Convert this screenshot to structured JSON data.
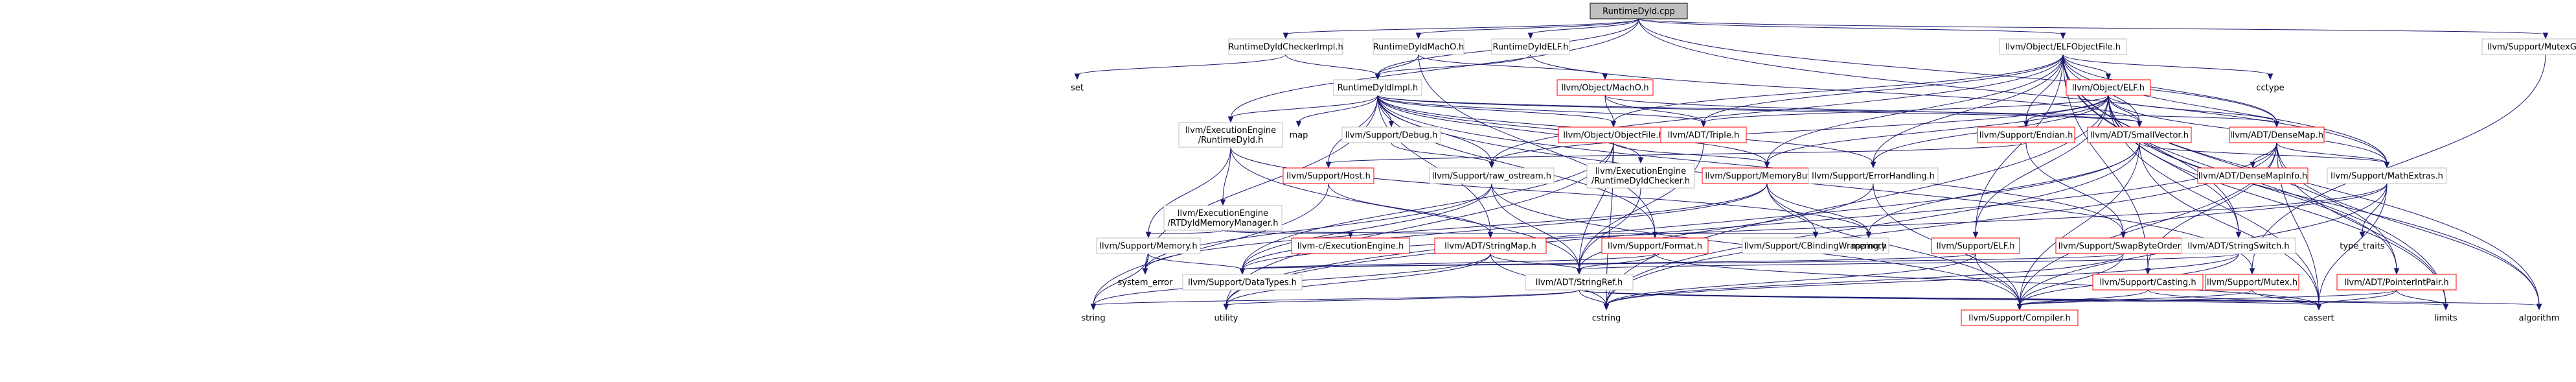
{
  "nodes": {
    "root": {
      "lines": [
        "RuntimeDyld.cpp"
      ],
      "style": "root"
    },
    "checkerimpl": {
      "lines": [
        "RuntimeDyldCheckerImpl.h"
      ]
    },
    "macho_h": {
      "lines": [
        "RuntimeDyldMachO.h"
      ]
    },
    "elf_h": {
      "lines": [
        "RuntimeDyldELF.h"
      ]
    },
    "elfobj": {
      "lines": [
        "llvm/Object/ELFObjectFile.h"
      ]
    },
    "mutexguard": {
      "lines": [
        "llvm/Support/MutexGuard.h"
      ]
    },
    "set": {
      "lines": [
        "set"
      ],
      "style": "plain"
    },
    "impl": {
      "lines": [
        "RuntimeDyldImpl.h"
      ]
    },
    "objmacho": {
      "lines": [
        "llvm/Object/MachO.h"
      ],
      "style": "red"
    },
    "objelf": {
      "lines": [
        "llvm/Object/ELF.h"
      ],
      "style": "red"
    },
    "cctype": {
      "lines": [
        "cctype"
      ],
      "style": "plain"
    },
    "ee_rtdyld": {
      "lines": [
        "llvm/ExecutionEngine",
        "/RuntimeDyld.h"
      ]
    },
    "map": {
      "lines": [
        "map"
      ],
      "style": "plain"
    },
    "debug": {
      "lines": [
        "llvm/Support/Debug.h"
      ]
    },
    "objectfile": {
      "lines": [
        "llvm/Object/ObjectFile.h"
      ],
      "style": "red"
    },
    "triple": {
      "lines": [
        "llvm/ADT/Triple.h"
      ],
      "style": "red"
    },
    "endian": {
      "lines": [
        "llvm/Support/Endian.h"
      ],
      "style": "red"
    },
    "smallvector": {
      "lines": [
        "llvm/ADT/SmallVector.h"
      ],
      "style": "red"
    },
    "densemap": {
      "lines": [
        "llvm/ADT/DenseMap.h"
      ],
      "style": "red"
    },
    "host": {
      "lines": [
        "llvm/Support/Host.h"
      ],
      "style": "red"
    },
    "rawostream": {
      "lines": [
        "llvm/Support/raw_ostream.h"
      ]
    },
    "ee_checker": {
      "lines": [
        "llvm/ExecutionEngine",
        "/RuntimeDyldChecker.h"
      ]
    },
    "memorybuffer": {
      "lines": [
        "llvm/Support/MemoryBuffer.h"
      ],
      "style": "red"
    },
    "errorhandling": {
      "lines": [
        "llvm/Support/ErrorHandling.h"
      ]
    },
    "densemapinfo": {
      "lines": [
        "llvm/ADT/DenseMapInfo.h"
      ],
      "style": "red"
    },
    "mathextras": {
      "lines": [
        "llvm/Support/MathExtras.h"
      ]
    },
    "ee_memmgr": {
      "lines": [
        "llvm/ExecutionEngine",
        "/RTDyldMemoryManager.h"
      ]
    },
    "memory_h": {
      "lines": [
        "llvm/Support/Memory.h"
      ]
    },
    "c_ee": {
      "lines": [
        "llvm-c/ExecutionEngine.h"
      ],
      "style": "red"
    },
    "stringmap": {
      "lines": [
        "llvm/ADT/StringMap.h"
      ],
      "style": "red"
    },
    "format": {
      "lines": [
        "llvm/Support/Format.h"
      ],
      "style": "red"
    },
    "cbinding": {
      "lines": [
        "llvm/Support/CBindingWrapping.h"
      ]
    },
    "memory": {
      "lines": [
        "memory"
      ],
      "style": "plain"
    },
    "supelf": {
      "lines": [
        "llvm/Support/ELF.h"
      ],
      "style": "red"
    },
    "swapbyte": {
      "lines": [
        "llvm/Support/SwapByteOrder.h"
      ],
      "style": "red"
    },
    "stringswitch": {
      "lines": [
        "llvm/ADT/StringSwitch.h"
      ]
    },
    "type_traits": {
      "lines": [
        "type_traits"
      ],
      "style": "plain"
    },
    "system_error": {
      "lines": [
        "system_error"
      ],
      "style": "plain"
    },
    "datatypes": {
      "lines": [
        "llvm/Support/DataTypes.h"
      ]
    },
    "stringref": {
      "lines": [
        "llvm/ADT/StringRef.h"
      ]
    },
    "casting": {
      "lines": [
        "llvm/Support/Casting.h"
      ],
      "style": "red"
    },
    "mutex": {
      "lines": [
        "llvm/Support/Mutex.h"
      ],
      "style": "red"
    },
    "pointerintpair": {
      "lines": [
        "llvm/ADT/PointerIntPair.h"
      ],
      "style": "red"
    },
    "string": {
      "lines": [
        "string"
      ],
      "style": "plain"
    },
    "utility": {
      "lines": [
        "utility"
      ],
      "style": "plain"
    },
    "cstring": {
      "lines": [
        "cstring"
      ],
      "style": "plain"
    },
    "compiler": {
      "lines": [
        "llvm/Support/Compiler.h"
      ],
      "style": "red"
    },
    "cassert": {
      "lines": [
        "cassert"
      ],
      "style": "plain"
    },
    "limits": {
      "lines": [
        "limits"
      ],
      "style": "plain"
    },
    "algorithm": {
      "lines": [
        "algorithm"
      ],
      "style": "plain"
    }
  },
  "edges": [
    [
      "root",
      "checkerimpl"
    ],
    [
      "root",
      "macho_h"
    ],
    [
      "root",
      "elf_h"
    ],
    [
      "root",
      "elfobj"
    ],
    [
      "root",
      "mutexguard"
    ],
    [
      "root",
      "impl"
    ],
    [
      "root",
      "ee_rtdyld"
    ],
    [
      "root",
      "densemap"
    ],
    [
      "root",
      "mathextras"
    ],
    [
      "checkerimpl",
      "set"
    ],
    [
      "checkerimpl",
      "impl"
    ],
    [
      "macho_h",
      "impl"
    ],
    [
      "macho_h",
      "objmacho"
    ],
    [
      "macho_h",
      "format"
    ],
    [
      "elf_h",
      "impl"
    ],
    [
      "elf_h",
      "smallvector"
    ],
    [
      "elfobj",
      "objelf"
    ],
    [
      "elfobj",
      "cctype"
    ],
    [
      "elfobj",
      "smallvector"
    ],
    [
      "elfobj",
      "densemap"
    ],
    [
      "elfobj",
      "triple"
    ],
    [
      "elfobj",
      "objectfile"
    ],
    [
      "elfobj",
      "endian"
    ],
    [
      "elfobj",
      "errorhandling"
    ],
    [
      "elfobj",
      "memorybuffer"
    ],
    [
      "elfobj",
      "rawostream"
    ],
    [
      "elfobj",
      "supelf"
    ],
    [
      "elfobj",
      "stringswitch"
    ],
    [
      "elfobj",
      "mathextras"
    ],
    [
      "elfobj",
      "algorithm"
    ],
    [
      "elfobj",
      "limits"
    ],
    [
      "elfobj",
      "pointerintpair"
    ],
    [
      "elfobj",
      "casting"
    ],
    [
      "mutexguard",
      "mutex"
    ],
    [
      "impl",
      "ee_rtdyld"
    ],
    [
      "impl",
      "map"
    ],
    [
      "impl",
      "debug"
    ],
    [
      "impl",
      "objectfile"
    ],
    [
      "impl",
      "triple"
    ],
    [
      "impl",
      "smallvector"
    ],
    [
      "impl",
      "densemap"
    ],
    [
      "impl",
      "host"
    ],
    [
      "impl",
      "rawostream"
    ],
    [
      "impl",
      "ee_checker"
    ],
    [
      "impl",
      "memorybuffer"
    ],
    [
      "impl",
      "errorhandling"
    ],
    [
      "impl",
      "stringmap"
    ],
    [
      "impl",
      "format"
    ],
    [
      "impl",
      "mutex"
    ],
    [
      "impl",
      "swapbyte"
    ],
    [
      "impl",
      "system_error"
    ],
    [
      "objmacho",
      "objectfile"
    ],
    [
      "objmacho",
      "triple"
    ],
    [
      "objmacho",
      "smallvector"
    ],
    [
      "objelf",
      "smallvector"
    ],
    [
      "objelf",
      "triple"
    ],
    [
      "objelf",
      "endian"
    ],
    [
      "objelf",
      "errorhandling"
    ],
    [
      "objelf",
      "memorybuffer"
    ],
    [
      "objelf",
      "supelf"
    ],
    [
      "objelf",
      "stringswitch"
    ],
    [
      "objelf",
      "densemap"
    ],
    [
      "objelf",
      "mathextras"
    ],
    [
      "objelf",
      "limits"
    ],
    [
      "objelf",
      "algorithm"
    ],
    [
      "objelf",
      "cassert"
    ],
    [
      "objelf",
      "pointerintpair"
    ],
    [
      "objelf",
      "rawostream"
    ],
    [
      "objelf",
      "cstring"
    ],
    [
      "ee_rtdyld",
      "ee_memmgr"
    ],
    [
      "ee_rtdyld",
      "memory_h"
    ],
    [
      "ee_rtdyld",
      "stringref"
    ],
    [
      "ee_rtdyld",
      "memory"
    ],
    [
      "debug",
      "rawostream"
    ],
    [
      "objectfile",
      "memorybuffer"
    ],
    [
      "objectfile",
      "stringref"
    ],
    [
      "objectfile",
      "datatypes"
    ],
    [
      "objectfile",
      "cstring"
    ],
    [
      "objectfile",
      "utility"
    ],
    [
      "triple",
      "stringref"
    ],
    [
      "endian",
      "swapbyte"
    ],
    [
      "endian",
      "host"
    ],
    [
      "smallvector",
      "mathextras"
    ],
    [
      "smallvector",
      "compiler"
    ],
    [
      "smallvector",
      "cassert"
    ],
    [
      "smallvector",
      "memory"
    ],
    [
      "smallvector",
      "cstring"
    ],
    [
      "smallvector",
      "utility"
    ],
    [
      "densemap",
      "densemapinfo"
    ],
    [
      "densemap",
      "mathextras"
    ],
    [
      "densemap",
      "casting"
    ],
    [
      "densemap",
      "compiler"
    ],
    [
      "densemap",
      "algorithm"
    ],
    [
      "densemap",
      "cassert"
    ],
    [
      "densemap",
      "limits"
    ],
    [
      "densemap",
      "utility"
    ],
    [
      "densemap",
      "cstring"
    ],
    [
      "host",
      "stringmap"
    ],
    [
      "host",
      "string"
    ],
    [
      "rawostream",
      "stringref"
    ],
    [
      "rawostream",
      "compiler"
    ],
    [
      "rawostream",
      "datatypes"
    ],
    [
      "rawostream",
      "system_error"
    ],
    [
      "ee_checker",
      "stringref"
    ],
    [
      "memorybuffer",
      "cbinding"
    ],
    [
      "memorybuffer",
      "memory"
    ],
    [
      "memorybuffer",
      "datatypes"
    ],
    [
      "memorybuffer",
      "system_error"
    ],
    [
      "memorybuffer",
      "compiler"
    ],
    [
      "errorhandling",
      "stringref"
    ],
    [
      "errorhandling",
      "compiler"
    ],
    [
      "mathextras",
      "swapbyte"
    ],
    [
      "mathextras",
      "compiler"
    ],
    [
      "mathextras",
      "type_traits"
    ],
    [
      "mathextras",
      "cassert"
    ],
    [
      "mathextras",
      "datatypes"
    ],
    [
      "ee_memmgr",
      "memory_h"
    ],
    [
      "ee_memmgr",
      "c_ee"
    ],
    [
      "ee_memmgr",
      "cbinding"
    ],
    [
      "memory_h",
      "datatypes"
    ],
    [
      "memory_h",
      "system_error"
    ],
    [
      "memory_h",
      "string"
    ],
    [
      "stringmap",
      "stringref"
    ],
    [
      "stringmap",
      "utility"
    ],
    [
      "stringmap",
      "cstring"
    ],
    [
      "stringmap",
      "string"
    ],
    [
      "format",
      "stringref"
    ],
    [
      "format",
      "datatypes"
    ],
    [
      "format",
      "cassert"
    ],
    [
      "supelf",
      "compiler"
    ],
    [
      "supelf",
      "datatypes"
    ],
    [
      "supelf",
      "cstring"
    ],
    [
      "swapbyte",
      "compiler"
    ],
    [
      "swapbyte",
      "datatypes"
    ],
    [
      "swapbyte",
      "cstring"
    ],
    [
      "stringswitch",
      "stringref"
    ],
    [
      "stringswitch",
      "compiler"
    ],
    [
      "stringswitch",
      "cstring"
    ],
    [
      "stringref",
      "algorithm"
    ],
    [
      "stringref",
      "cassert"
    ],
    [
      "stringref",
      "cstring"
    ],
    [
      "stringref",
      "limits"
    ],
    [
      "stringref",
      "string"
    ],
    [
      "stringref",
      "utility"
    ],
    [
      "casting",
      "compiler"
    ],
    [
      "casting",
      "cassert"
    ],
    [
      "mutex",
      "compiler"
    ],
    [
      "mutex",
      "cassert"
    ],
    [
      "pointerintpair",
      "compiler"
    ],
    [
      "pointerintpair",
      "cassert"
    ],
    [
      "pointerintpair",
      "limits"
    ]
  ]
}
